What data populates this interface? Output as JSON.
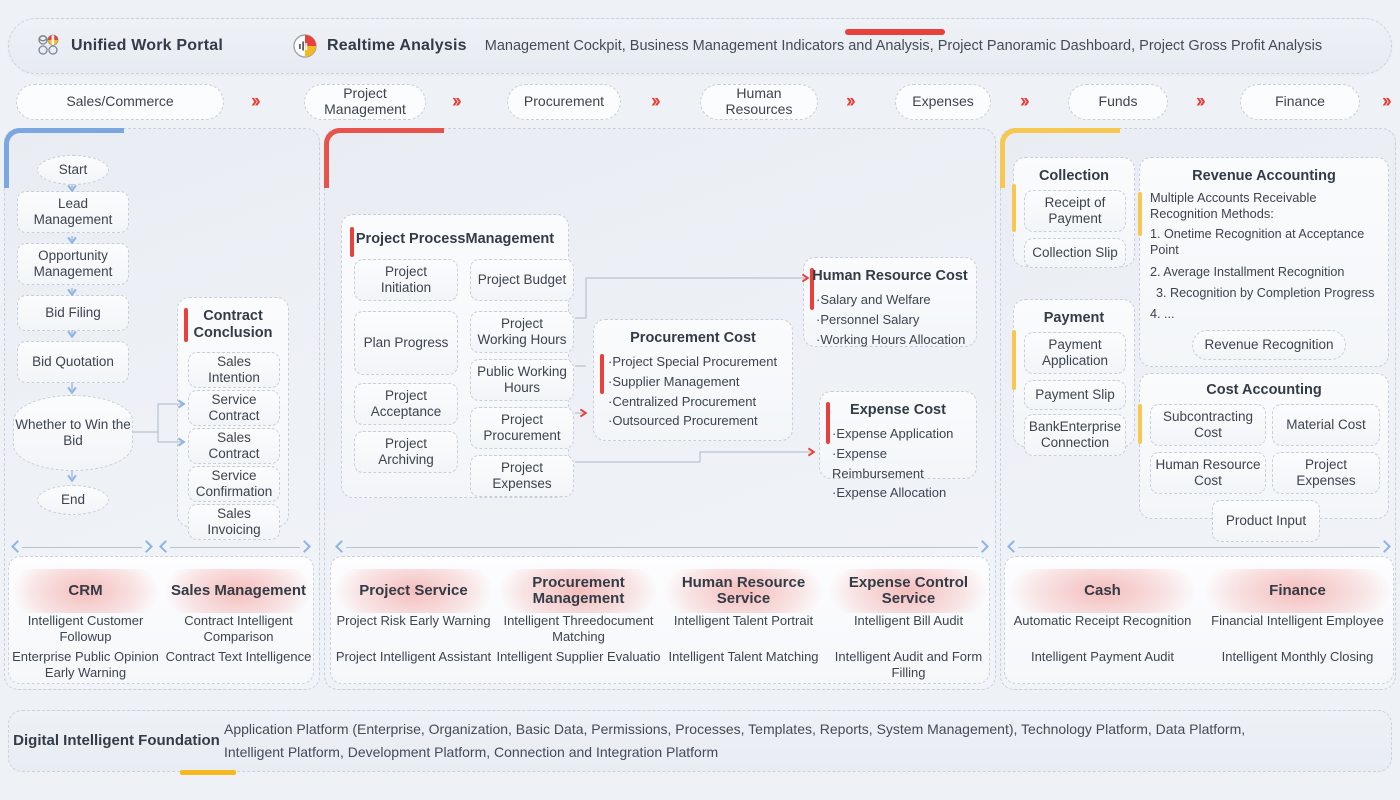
{
  "header": {
    "portal_icon": "flower-logo-icon",
    "portal_title": "Unified Work Portal",
    "realtime_icon": "realtime-chart-icon",
    "realtime_title": "Realtime Analysis",
    "description": "Management Cockpit, Business Management Indicators and Analysis, Project Panoramic Dashboard, Project Gross Profit Analysis",
    "accent_color": "#e8403a"
  },
  "process_chips": [
    {
      "label": "Sales/Commerce"
    },
    {
      "label": "Project Management"
    },
    {
      "label": "Procurement"
    },
    {
      "label": "Human Resources"
    },
    {
      "label": "Expenses"
    },
    {
      "label": "Funds"
    },
    {
      "label": "Finance"
    }
  ],
  "chip_separator": "››",
  "panels": {
    "sales": {
      "accent_color": "#7ba7e0",
      "flow": [
        {
          "label": "Start",
          "shape": "ellipse"
        },
        {
          "label": "Lead Management",
          "shape": "box"
        },
        {
          "label": "Opportunity Management",
          "shape": "box"
        },
        {
          "label": "Bid Filing",
          "shape": "box"
        },
        {
          "label": "Bid Quotation",
          "shape": "box"
        },
        {
          "label": "Whether to Win the Bid",
          "shape": "diamond"
        },
        {
          "label": "End",
          "shape": "ellipse"
        }
      ],
      "contract_group": {
        "title": "Contract Conclusion",
        "items": [
          {
            "label": "Sales Intention",
            "fold": false
          },
          {
            "label": "Service Contract",
            "fold": true,
            "fold_color": "#7ba7e0"
          },
          {
            "label": "Sales Contract",
            "fold": true,
            "fold_color": "#7ba7e0"
          },
          {
            "label": "Service Confirmation",
            "fold": false
          },
          {
            "label": "Sales Invoicing",
            "fold": false
          }
        ]
      }
    },
    "project": {
      "accent_color": "#e8534c",
      "process_group": {
        "title": "Project ProcessManagement",
        "left_items": [
          {
            "label": "Project Initiation",
            "fold": false
          },
          {
            "label": "Plan Progress",
            "fold": false
          },
          {
            "label": "Project Acceptance",
            "fold": false
          },
          {
            "label": "Project Archiving",
            "fold": false
          }
        ],
        "right_items": [
          {
            "label": "Project Budget",
            "fold": false
          },
          {
            "label": "Project Working Hours",
            "fold": true
          },
          {
            "label": "Public Working Hours",
            "fold": true
          },
          {
            "label": "Project Procurement",
            "fold": true
          },
          {
            "label": "Project Expenses",
            "fold": false
          }
        ]
      },
      "cost_cards": [
        {
          "title": "Procurement Cost",
          "items": [
            "·Project Special Procurement",
            "·Supplier Management",
            "·Centralized Procurement",
            "·Outsourced Procurement"
          ]
        },
        {
          "title": "Human Resource Cost",
          "items": [
            "·Salary and Welfare",
            "·Personnel Salary",
            "·Working Hours Allocation"
          ]
        },
        {
          "title": "Expense Cost",
          "items": [
            "·Expense Application",
            "·Expense Reimbursement",
            "·Expense Allocation"
          ]
        }
      ]
    },
    "finance": {
      "accent_color": "#f7c74f",
      "collection": {
        "title": "Collection",
        "items": [
          "Receipt of Payment",
          "Collection Slip"
        ]
      },
      "payment": {
        "title": "Payment",
        "items": [
          "Payment Application",
          "Payment Slip",
          "BankEnterprise Connection"
        ]
      },
      "revenue": {
        "title": "Revenue Accounting",
        "intro": "Multiple Accounts Receivable Recognition Methods:",
        "methods": [
          "1. Onetime Recognition at Acceptance Point",
          "2. Average Installment Recognition",
          "3. Recognition by Completion Progress",
          "4. ..."
        ],
        "button": "Revenue Recognition"
      },
      "cost_accounting": {
        "title": "Cost Accounting",
        "items": [
          "Subcontracting Cost",
          "Material Cost",
          "Human Resource Cost",
          "Project Expenses",
          "Product Input"
        ]
      }
    }
  },
  "services": [
    {
      "title": "CRM",
      "items": [
        "Intelligent Customer Followup",
        "Enterprise Public Opinion Early Warning"
      ]
    },
    {
      "title": "Sales Management",
      "items": [
        "Contract Intelligent Comparison",
        "Contract Text Intelligence"
      ]
    },
    {
      "title": "Project Service",
      "items": [
        "Project Risk Early Warning",
        "Project Intelligent Assistant"
      ]
    },
    {
      "title": "Procurement Management",
      "items": [
        "Intelligent Threedocument Matching",
        "Intelligent Supplier Evaluatio"
      ]
    },
    {
      "title": "Human Resource Service",
      "items": [
        "Intelligent Talent Portrait",
        "Intelligent Talent Matching"
      ]
    },
    {
      "title": "Expense Control Service",
      "items": [
        "Intelligent Bill Audit",
        "Intelligent Audit and Form Filling"
      ]
    },
    {
      "title": "Cash",
      "items": [
        "Automatic Receipt Recognition",
        "Intelligent Payment Audit"
      ]
    },
    {
      "title": "Finance",
      "items": [
        "Financial Intelligent Employee",
        "Intelligent Monthly Closing"
      ]
    }
  ],
  "foundation": {
    "title": "Digital Intelligent Foundation",
    "line1": "Application Platform (Enterprise, Organization, Basic Data, Permissions, Processes, Templates, Reports, System Management), Technology Platform, Data Platform,",
    "line2": "Intelligent Platform, Development Platform, Connection and Integration Platform",
    "underline_color": "#f5b820"
  }
}
